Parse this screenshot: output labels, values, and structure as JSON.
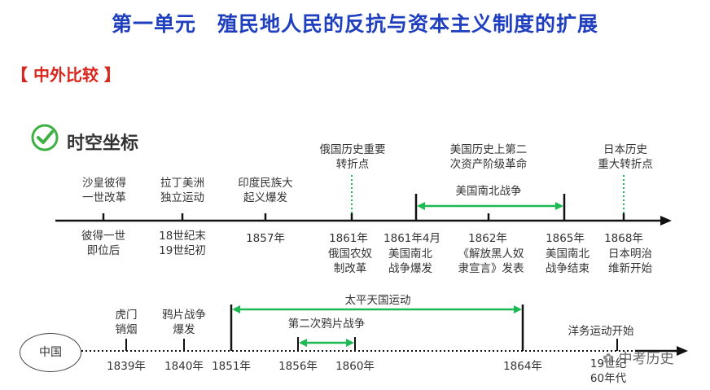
{
  "title": "第一单元　殖民地人民的反抗与资本主义制度的扩展",
  "section_label": "【 中外比较 】",
  "heading": "时空坐标",
  "world": {
    "above": [
      {
        "text": "沙皇彼得\n一世改革"
      },
      {
        "text": "拉丁美洲\n独立运动"
      },
      {
        "text": "印度民族大\n起义爆发"
      },
      {
        "text": "俄国历史重要\n转折点"
      },
      {
        "text": "美国历史上第二\n次资产阶级革命"
      },
      {
        "text": "日本历史\n重大转折点"
      }
    ],
    "span_label": "美国南北战争",
    "years": [
      "彼得一世\n即位后",
      "18世纪末\n19世纪初",
      "1857年",
      "1861年",
      "1861年4月",
      "1862年",
      "1865年",
      "1868年"
    ],
    "below": [
      {
        "text": "俄国农奴\n制改革"
      },
      {
        "text": "美国南北\n战争爆发"
      },
      {
        "text": "《解放黑人奴\n隶宣言》发表"
      },
      {
        "text": "美国南北\n战争结束"
      },
      {
        "text": "日本明治\n维新开始"
      }
    ]
  },
  "china": {
    "label": "中国",
    "above": [
      {
        "text": "虎门\n销烟"
      },
      {
        "text": "鸦片战争\n爆发"
      },
      {
        "text": "洋务运动开始"
      }
    ],
    "span_taiping": "太平天国运动",
    "span_opium2": "第二次鸦片战争",
    "years": [
      "1839年",
      "1840年",
      "1851年",
      "1856年",
      "1860年",
      "1864年",
      "19世纪\n60年代"
    ]
  },
  "watermark": "中考历史",
  "colors": {
    "title": "#1f3fbf",
    "section": "#d9261c",
    "span": "#1db954",
    "check": "#3cb043"
  }
}
